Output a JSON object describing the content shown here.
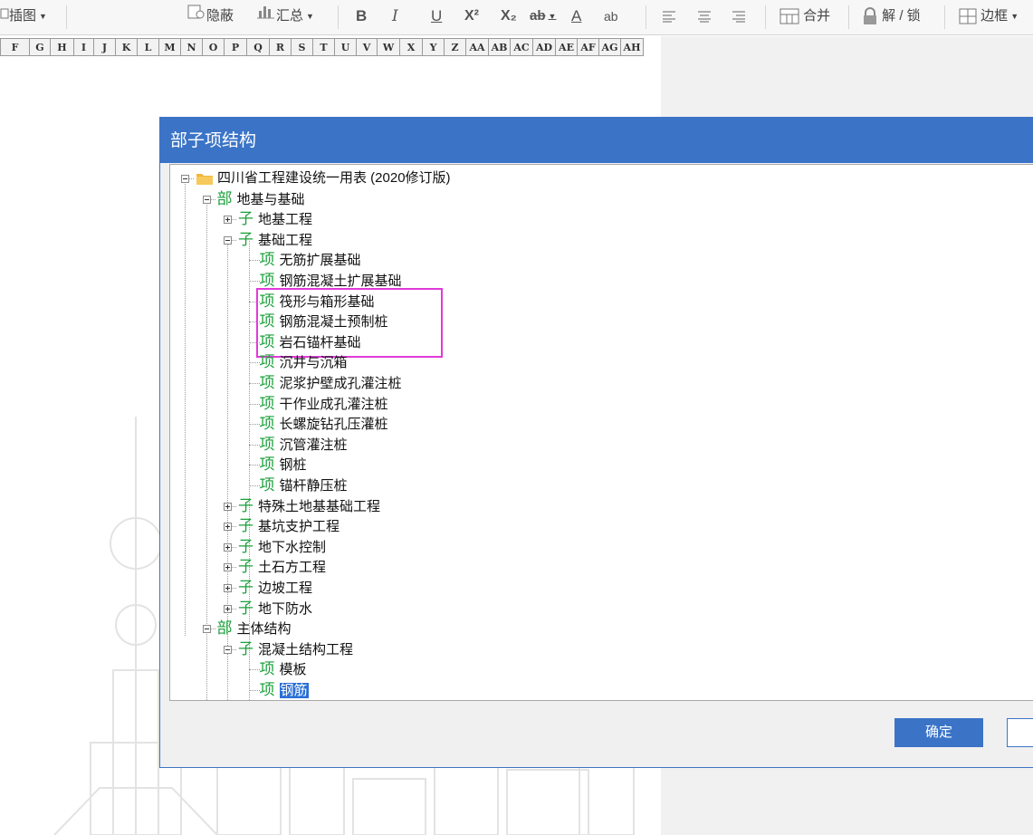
{
  "toolbar": {
    "insert_image": "插图",
    "hide": "隐蔽",
    "summary": "汇总",
    "bold": "B",
    "italic": "I",
    "underline": "U",
    "superscript": "X²",
    "subscript": "X₂",
    "strike": "ab",
    "font_color": "A",
    "wrap": "ab",
    "merge": "合并",
    "lock": "解 / 锁",
    "border": "边框"
  },
  "columns": [
    "F",
    "G",
    "H",
    "I",
    "J",
    "K",
    "L",
    "M",
    "N",
    "O",
    "P",
    "Q",
    "R",
    "S",
    "T",
    "U",
    "V",
    "W",
    "X",
    "Y",
    "Z",
    "AA",
    "AB",
    "AC",
    "AD",
    "AE",
    "AF",
    "AG",
    "AH"
  ],
  "dialog": {
    "title": "部子项结构",
    "ok": "确定",
    "tree": {
      "root": "四川省工程建设统一用表 (2020修订版)",
      "tags": {
        "part": "部",
        "sub": "子",
        "item": "项"
      },
      "part1": "地基与基础",
      "sub_ground": "地基工程",
      "sub_foundation": "基础工程",
      "items_foundation": [
        "无筋扩展基础",
        "钢筋混凝土扩展基础",
        "筏形与箱形基础",
        "钢筋混凝土预制桩",
        "岩石锚杆基础",
        "沉井与沉箱",
        "泥浆护壁成孔灌注桩",
        "干作业成孔灌注桩",
        "长螺旋钻孔压灌桩",
        "沉管灌注桩",
        "钢桩",
        "锚杆静压桩"
      ],
      "subs_after": [
        "特殊土地基基础工程",
        "基坑支护工程",
        "地下水控制",
        "土石方工程",
        "边坡工程",
        "地下防水"
      ],
      "part2": "主体结构",
      "sub_concrete": "混凝土结构工程",
      "items_concrete": [
        "模板",
        "钢筋"
      ]
    }
  }
}
